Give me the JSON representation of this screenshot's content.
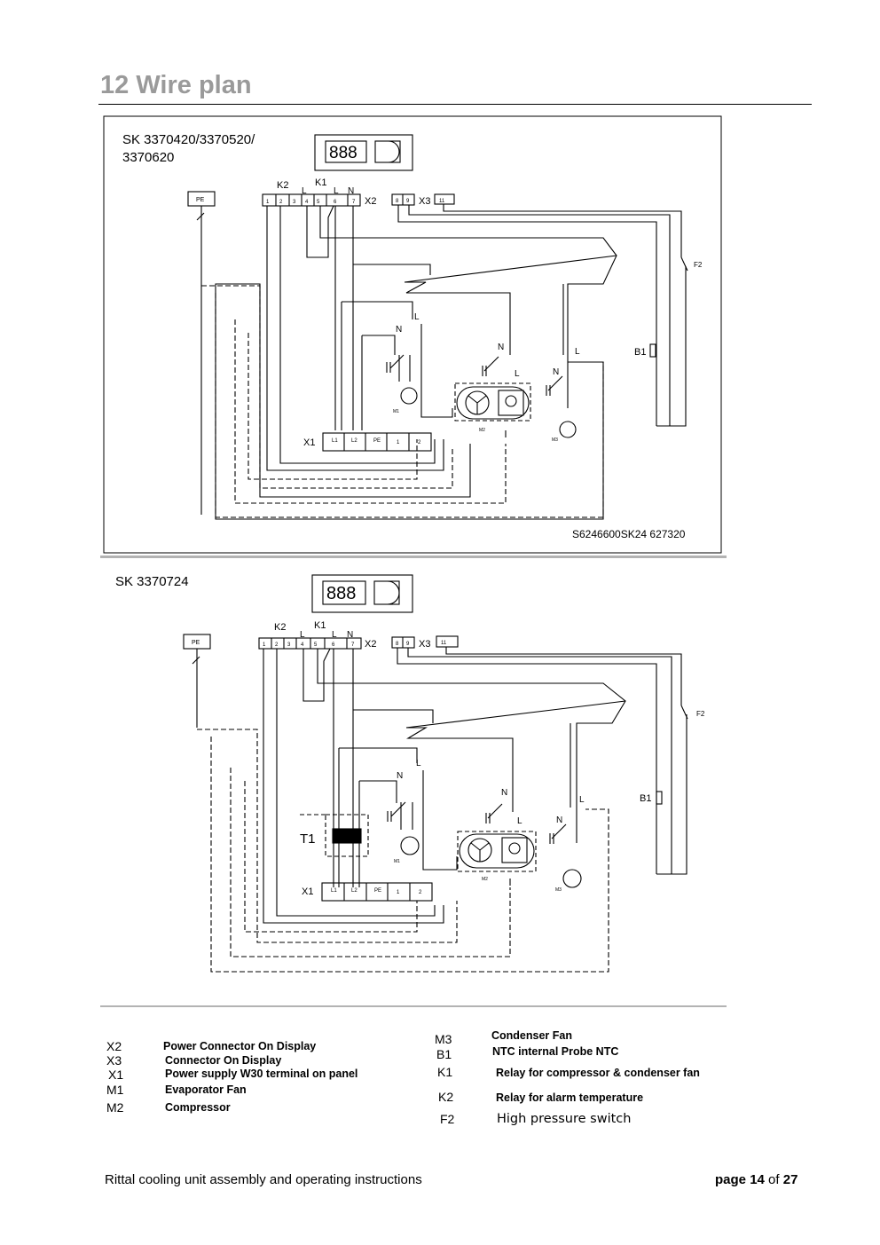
{
  "header": {
    "title": "12 Wire plan"
  },
  "diagram1": {
    "title_line1": "SK 3370420/3370520/",
    "title_line2": "3370620",
    "drawing_number": "S6246600SK24 627320",
    "display_digits": "888",
    "labels": {
      "pe": "PE",
      "k1": "K1",
      "k2": "K2",
      "l": "L",
      "n": "N",
      "x1": "X1",
      "x2": "X2",
      "x3": "X3",
      "b1": "B1",
      "f2": "F2",
      "m1": "M1",
      "m2": "M2",
      "m3": "M3",
      "t_11": "11",
      "t_8": "8",
      "t_9": "9",
      "t1": "1",
      "t2": "2",
      "t3": "3",
      "t4": "4",
      "t5": "5",
      "t6": "6",
      "t7": "7",
      "l1": "L1",
      "l2": "L2",
      "pe_term": "PE",
      "x1_1": "1",
      "x1_2": "2"
    }
  },
  "diagram2": {
    "title": "SK 3370724",
    "display_digits": "888",
    "transformer_label": "T1",
    "labels": {
      "pe": "PE",
      "k1": "K1",
      "k2": "K2",
      "l": "L",
      "n": "N",
      "x1": "X1",
      "x2": "X2",
      "x3": "X3",
      "b1": "B1",
      "f2": "F2",
      "m1": "M1",
      "m2": "M2",
      "m3": "M3",
      "t_11": "11",
      "t_8": "8",
      "t_9": "9",
      "t1": "1",
      "t2": "2",
      "t3": "3",
      "t4": "4",
      "t5": "5",
      "t6": "6",
      "t7": "7",
      "l1": "L1",
      "l2": "L2",
      "pe_term": "PE",
      "x1_1": "1",
      "x1_2": "2"
    }
  },
  "legend": {
    "left": [
      {
        "code": "X2",
        "desc": "Power Connector On Display"
      },
      {
        "code": "X3",
        "desc": "Connector On Display"
      },
      {
        "code": "X1",
        "desc": "Power supply  W30 terminal on panel"
      },
      {
        "code": "M1",
        "desc": "Evaporator  Fan"
      },
      {
        "code": "M2",
        "desc": "Compressor"
      }
    ],
    "right": [
      {
        "code": "M3",
        "desc": "Condenser Fan"
      },
      {
        "code": "B1",
        "desc": "NTC internal Probe  NTC"
      },
      {
        "code": "K1",
        "desc": "Relay for compressor & condenser fan"
      },
      {
        "code": "K2",
        "desc": "Relay for alarm temperature"
      },
      {
        "code": "F2",
        "desc": "High pressure switch"
      }
    ]
  },
  "footer": {
    "left": "Rittal cooling unit assembly and operating instructions",
    "page_word": "page",
    "page_num": "14",
    "of_word": "of",
    "total": "27"
  }
}
